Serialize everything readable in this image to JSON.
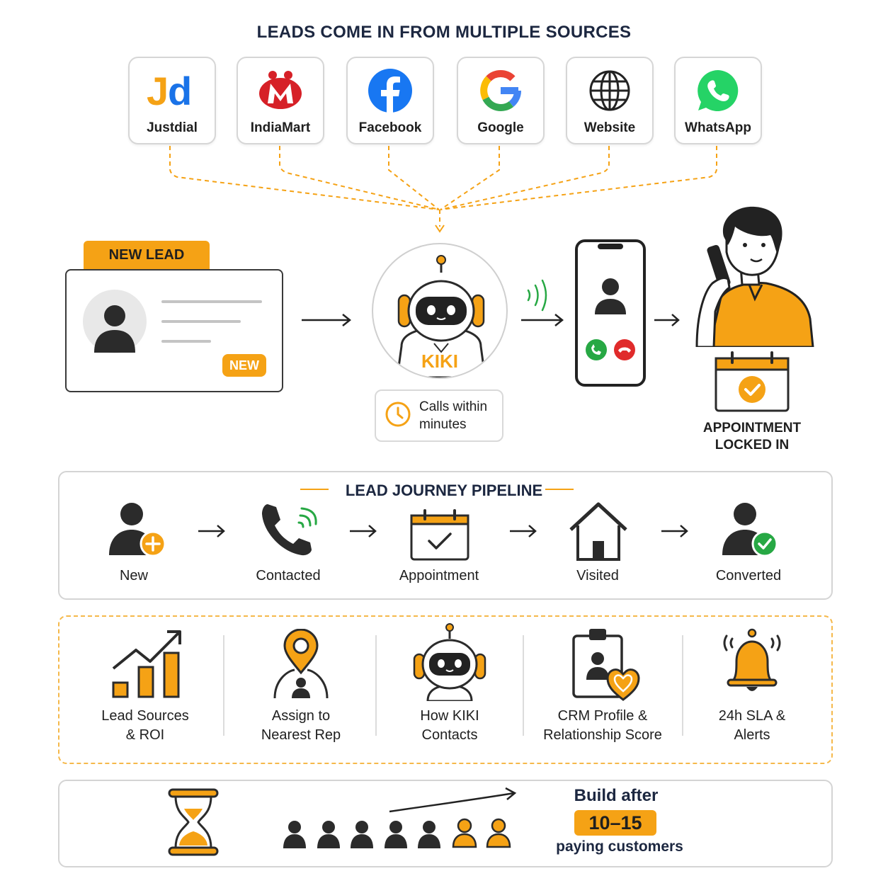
{
  "header": {
    "title": "LEADS COME IN FROM MULTIPLE SOURCES"
  },
  "sources": [
    {
      "label": "Justdial",
      "icon": "justdial-logo"
    },
    {
      "label": "IndiaMart",
      "icon": "indiamart-logo"
    },
    {
      "label": "Facebook",
      "icon": "facebook-logo"
    },
    {
      "label": "Google",
      "icon": "google-logo"
    },
    {
      "label": "Website",
      "icon": "globe-icon"
    },
    {
      "label": "WhatsApp",
      "icon": "whatsapp-logo"
    }
  ],
  "lead_card": {
    "tag": "NEW LEAD",
    "badge": "NEW"
  },
  "bot": {
    "name": "KIKI",
    "note": "Calls within minutes",
    "note_line1": "Calls within",
    "note_line2": "minutes"
  },
  "appointment": {
    "line1": "APPOINTMENT",
    "line2": "LOCKED IN"
  },
  "pipeline": {
    "title": "LEAD JOURNEY PIPELINE",
    "stages": [
      "New",
      "Contacted",
      "Appointment",
      "Visited",
      "Converted"
    ]
  },
  "features": [
    {
      "line1": "Lead Sources",
      "line2": "& ROI",
      "icon": "growth-chart-icon"
    },
    {
      "line1": "Assign to",
      "line2": "Nearest Rep",
      "icon": "location-pin-icon"
    },
    {
      "line1": "How KIKI",
      "line2": "Contacts",
      "icon": "robot-icon"
    },
    {
      "line1": "CRM Profile &",
      "line2": "Relationship Score",
      "icon": "crm-clipboard-icon"
    },
    {
      "line1": "24h SLA &",
      "line2": "Alerts",
      "icon": "bell-icon"
    }
  ],
  "build": {
    "title": "Build after",
    "count": "10–15",
    "subtitle": "paying customers"
  },
  "colors": {
    "accent": "#f5a215",
    "dark": "#2b2b2b",
    "navy": "#1c2740",
    "green": "#27a844",
    "red": "#e02b2b"
  }
}
